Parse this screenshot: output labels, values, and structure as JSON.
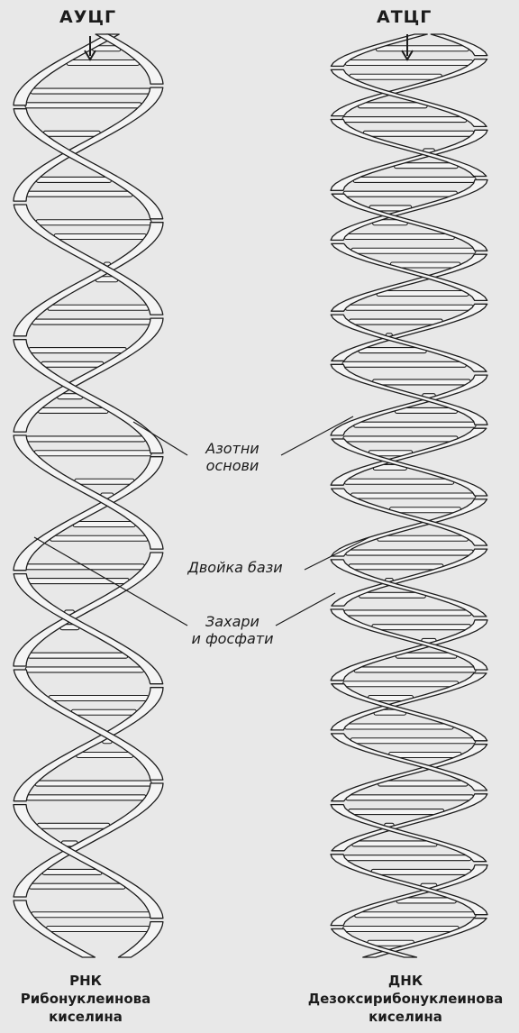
{
  "rna": {
    "sequence_label": "АУЦГ",
    "title_lines": [
      "РНК",
      "Рибонуклеинова",
      "киселина"
    ]
  },
  "dna": {
    "sequence_label": "АТЦГ",
    "title_lines": [
      "ДНК",
      "Дезоксирибонуклеинова",
      "киселина"
    ]
  },
  "labels": {
    "nitrogen_bases": [
      "Азотни",
      "основи"
    ],
    "base_pairs": "Двойка бази",
    "sugars_phosphates": [
      "Захари",
      "и фосфати"
    ]
  },
  "colors": {
    "background": "#e8e8e8",
    "strand_fill": "#f4f4f4",
    "ink": "#1c1c1c"
  }
}
